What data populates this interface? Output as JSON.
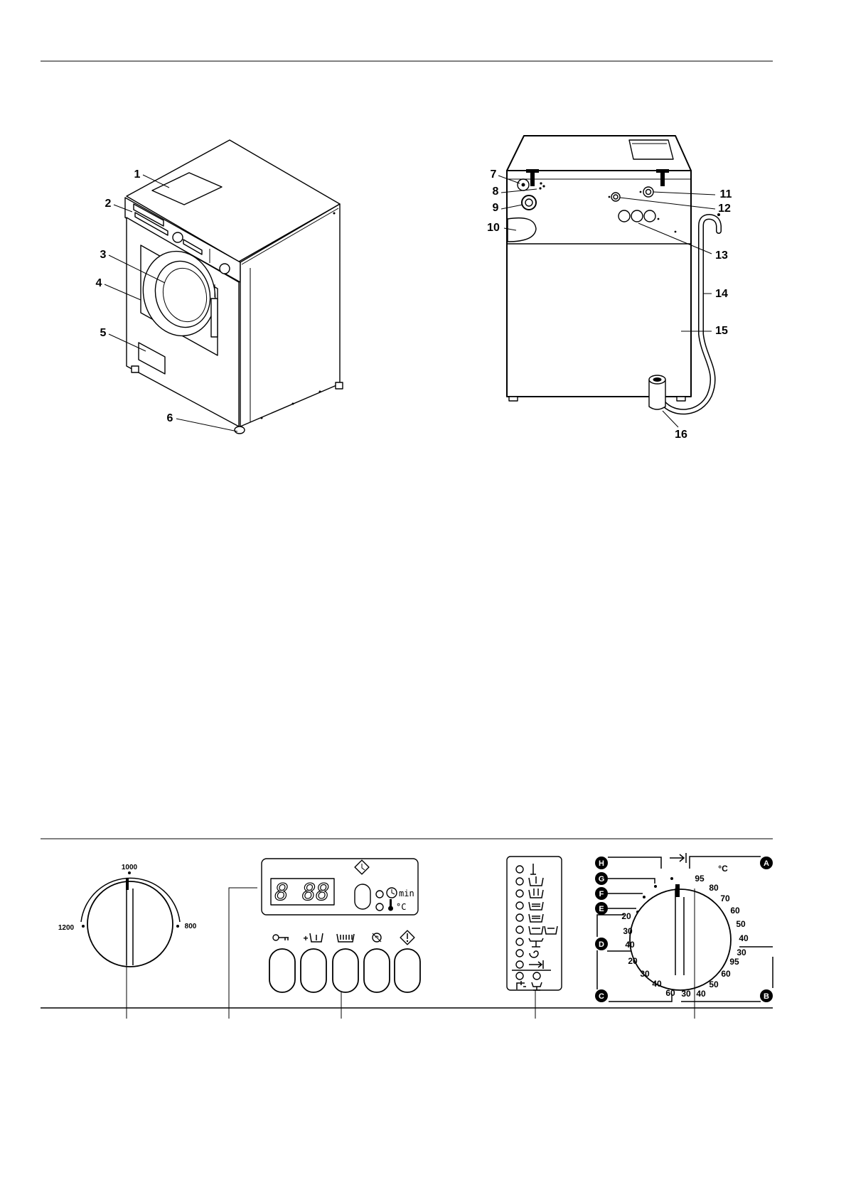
{
  "figure_front": {
    "callouts": [
      "1",
      "2",
      "3",
      "4",
      "5",
      "6"
    ]
  },
  "figure_back": {
    "callouts": [
      "7",
      "8",
      "9",
      "10",
      "11",
      "12",
      "13",
      "14",
      "15",
      "16"
    ]
  },
  "control_panel": {
    "spin_knob": {
      "label_left": "1200",
      "label_top": "1000",
      "label_right": "800"
    },
    "display": {
      "digits": "8 88",
      "time_unit": "min",
      "temp_unit": "°C"
    },
    "buttons": {
      "prewash_prefix": "+",
      "icons": [
        "key-icon",
        "prewash-icon",
        "soak-icon",
        "spin-icon",
        "start-icon"
      ]
    },
    "indicator_panel": {
      "icons": [
        "main-wash-icon",
        "prewash-icon",
        "wash-icon",
        "rinse-icon",
        "rinse-basin-icon",
        "soak-icon",
        "starch-icon",
        "spin-icon",
        "end-icon",
        "tap-icon",
        "drain-icon"
      ]
    },
    "program_dial": {
      "letters": [
        "H",
        "G",
        "F",
        "E",
        "D",
        "C",
        "A",
        "B"
      ],
      "unit": "°C",
      "scale_a": [
        "95",
        "80",
        "70",
        "60",
        "50",
        "40",
        "30"
      ],
      "scale_b": [
        "95",
        "60",
        "50",
        "40",
        "30"
      ],
      "scale_c": [
        "20",
        "30",
        "40",
        "60"
      ],
      "scale_d": [
        "20",
        "30",
        "40"
      ]
    }
  }
}
